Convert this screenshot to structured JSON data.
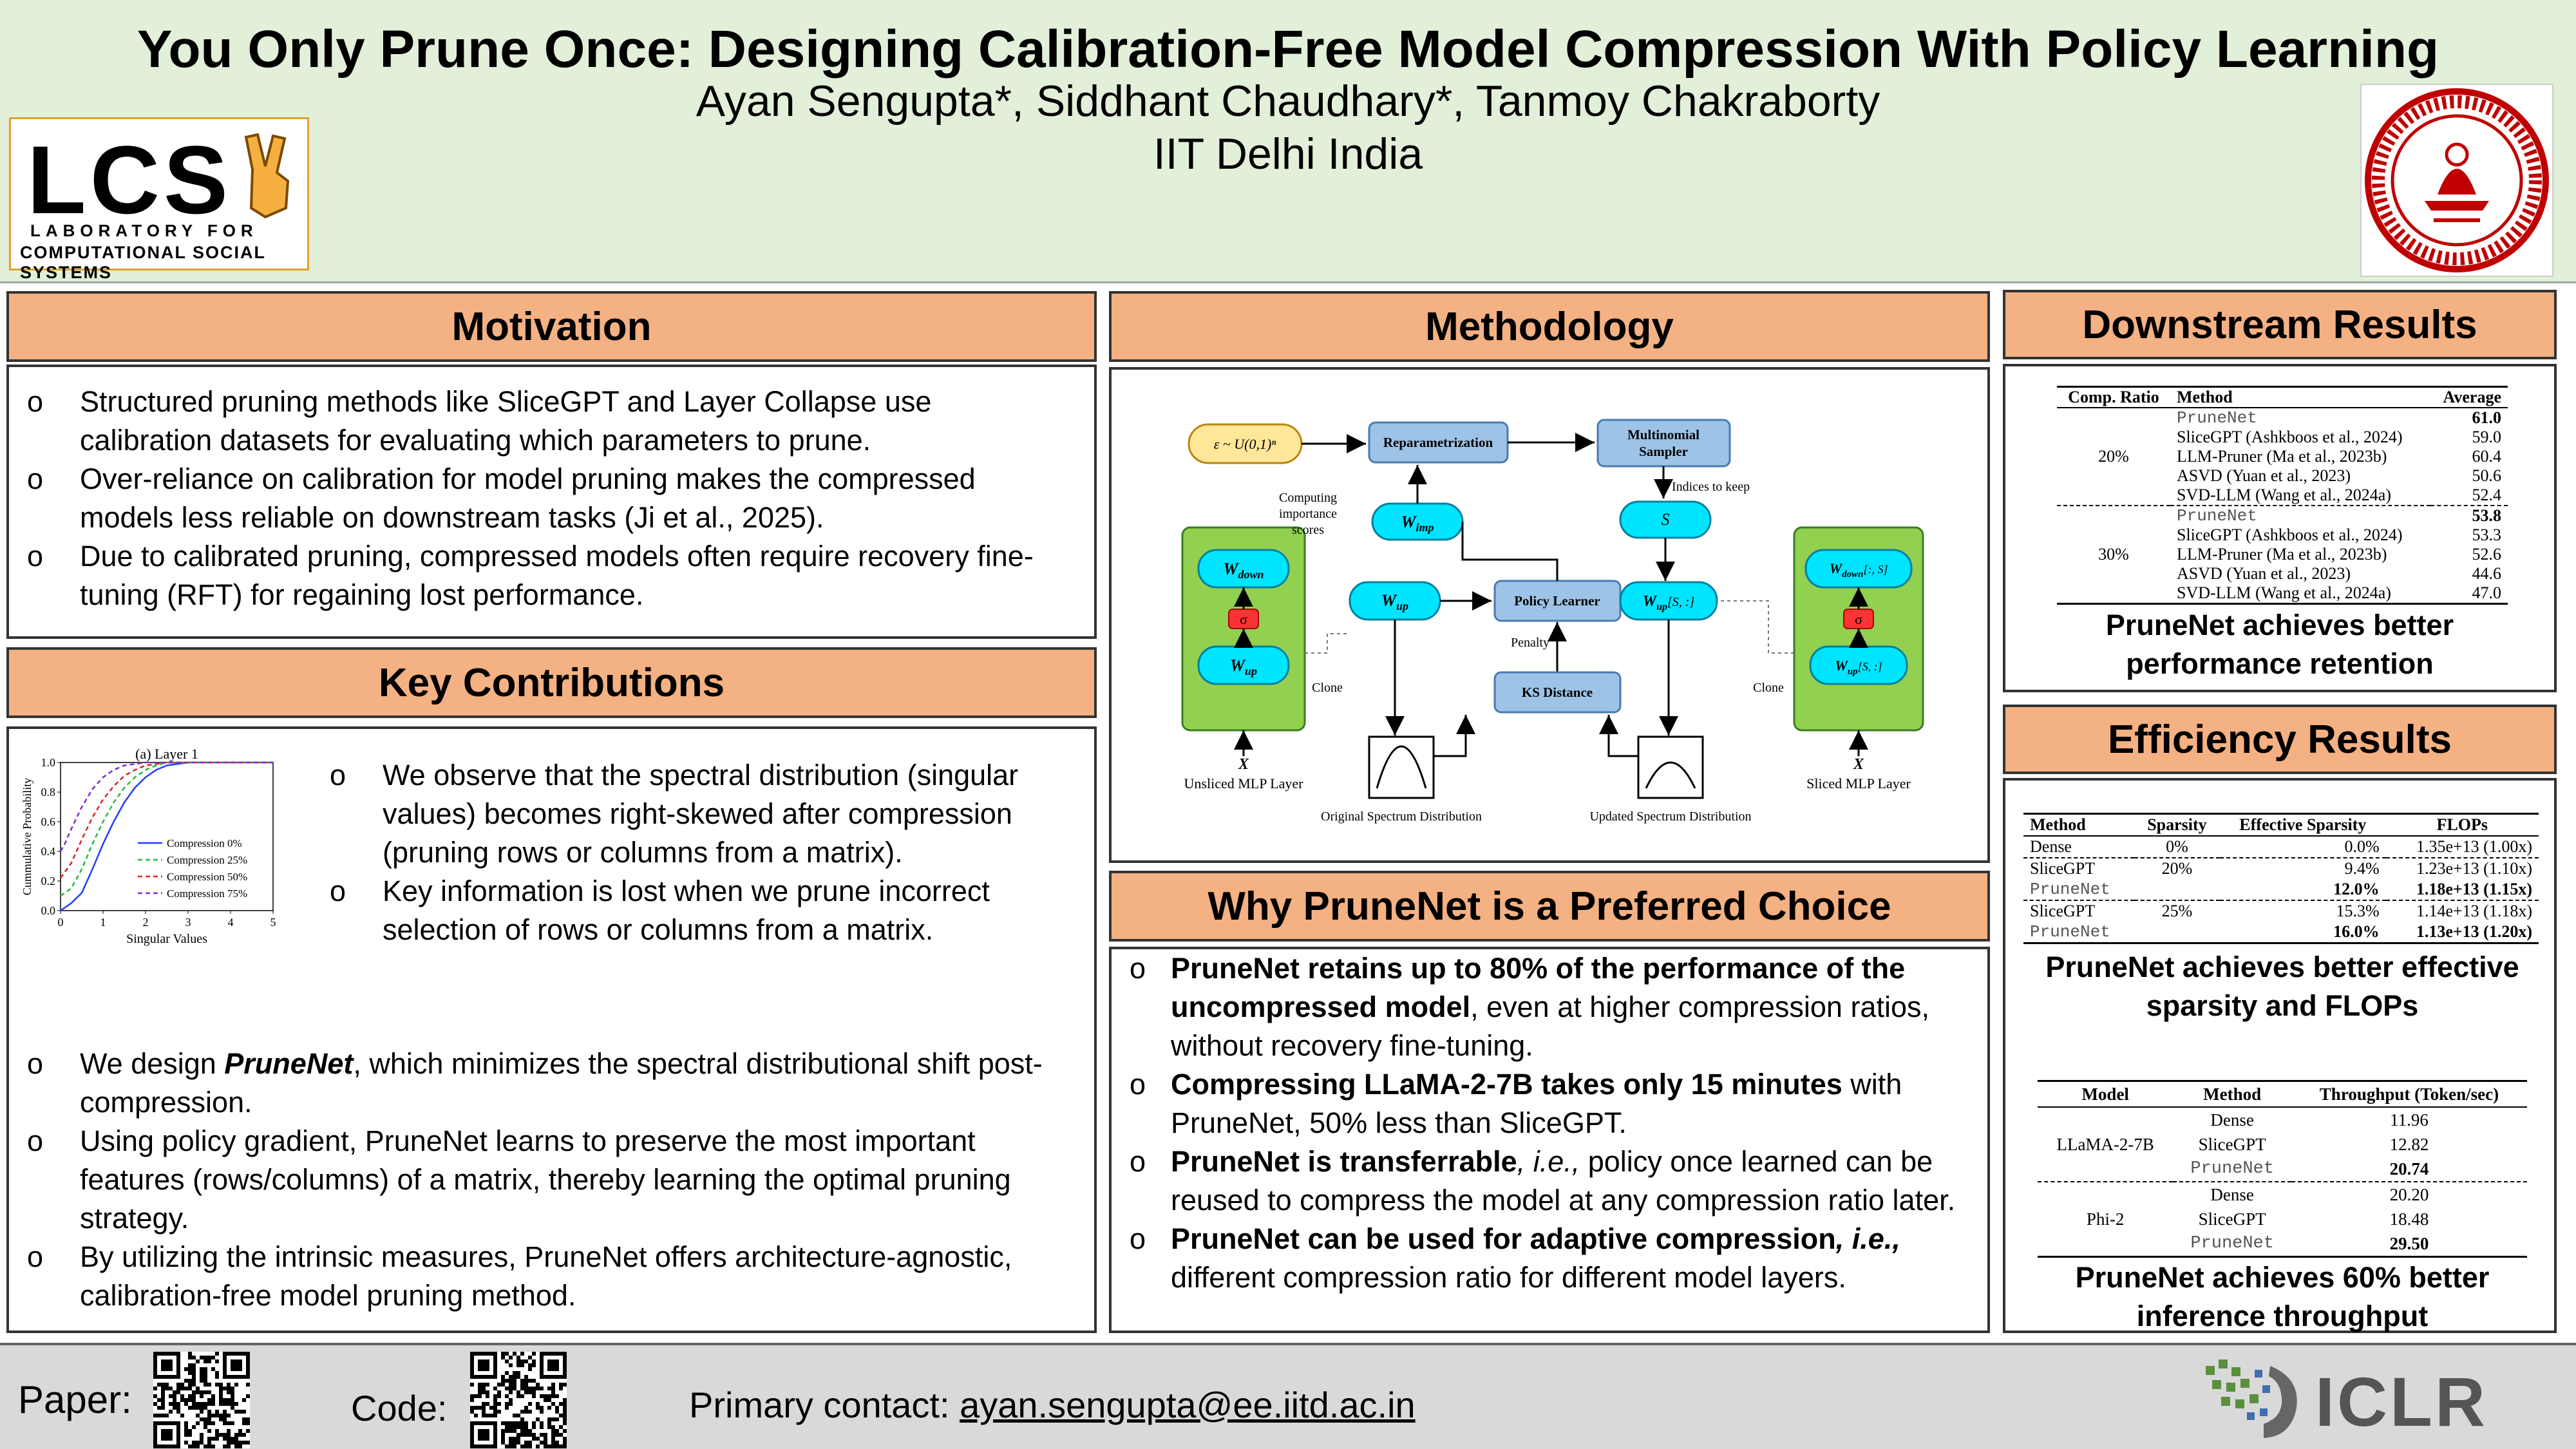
{
  "header": {
    "title": "You Only Prune Once: Designing Calibration-Free Model Compression With Policy Learning",
    "authors": "Ayan Sengupta*, Siddhant Chaudhary*, Tanmoy Chakraborty",
    "affiliation": "IIT Delhi India",
    "lab_logo": {
      "big": "LCS",
      "line1": "LABORATORY FOR",
      "line2": "COMPUTATIONAL SOCIAL SYSTEMS"
    },
    "iitd_logo": "IIT Delhi emblem",
    "colors": {
      "header_bg": "#e2efd9",
      "panel_head": "#f4b183"
    }
  },
  "motivation": {
    "heading": "Motivation",
    "bullets": [
      "Structured pruning methods like SliceGPT and Layer Collapse use calibration datasets for evaluating which parameters to prune.",
      "Over-reliance on calibration for model pruning makes the compressed models less reliable on downstream tasks (Ji et al., 2025).",
      "Due to calibrated pruning, compressed models often require recovery fine-tuning (RFT) for regaining lost performance."
    ]
  },
  "contributions": {
    "heading": "Key Contributions",
    "bullets_top": [
      "We observe that the spectral distribution (singular values) becomes right-skewed after compression (pruning rows or columns from a matrix).",
      "Key information is lost when we prune incorrect selection of rows or columns from a matrix."
    ],
    "bullet_prunenet": {
      "pre": "We design ",
      "em": "PruneNet",
      "post": ", which minimizes the spectral distributional shift post-compression."
    },
    "bullets_bottom": [
      "Using policy gradient, PruneNet learns to preserve the most important features (rows/columns) of a matrix, thereby learning the optimal pruning strategy.",
      "By utilizing the intrinsic measures, PruneNet offers architecture-agnostic, calibration-free model pruning method."
    ]
  },
  "chart_data": {
    "type": "line",
    "title": "(a) Layer 1",
    "xlabel": "Singular Values",
    "ylabel": "Cummulative Probability",
    "xlim": [
      0,
      5
    ],
    "ylim": [
      0.0,
      1.0
    ],
    "xticks": [
      "0",
      "1",
      "2",
      "3",
      "4",
      "5"
    ],
    "yticks": [
      "0.0",
      "0.2",
      "0.4",
      "0.6",
      "0.8",
      "1.0"
    ],
    "legend_position": "bottom-right",
    "series": [
      {
        "name": "Compression 0%",
        "color": "#1f3fff",
        "style": "solid",
        "x": [
          0,
          0.25,
          0.5,
          0.75,
          1,
          1.25,
          1.5,
          1.75,
          2,
          2.25,
          2.5,
          3,
          3.5,
          4,
          5
        ],
        "y": [
          0.0,
          0.05,
          0.12,
          0.28,
          0.45,
          0.6,
          0.73,
          0.83,
          0.9,
          0.95,
          0.98,
          1.0,
          1.0,
          1.0,
          1.0
        ]
      },
      {
        "name": "Compression 25%",
        "color": "#22bb44",
        "style": "dashed",
        "x": [
          0,
          0.25,
          0.5,
          0.75,
          1,
          1.25,
          1.5,
          1.75,
          2,
          2.25,
          2.5,
          3,
          3.5,
          4,
          5
        ],
        "y": [
          0.1,
          0.15,
          0.28,
          0.45,
          0.6,
          0.73,
          0.83,
          0.9,
          0.95,
          0.98,
          1.0,
          1.0,
          1.0,
          1.0,
          1.0
        ]
      },
      {
        "name": "Compression 50%",
        "color": "#dd2222",
        "style": "dashed",
        "x": [
          0,
          0.25,
          0.5,
          0.75,
          1,
          1.25,
          1.5,
          1.75,
          2,
          2.5,
          3,
          3.5,
          4,
          5
        ],
        "y": [
          0.22,
          0.32,
          0.48,
          0.63,
          0.75,
          0.84,
          0.91,
          0.95,
          0.98,
          1.0,
          1.0,
          1.0,
          1.0,
          1.0
        ]
      },
      {
        "name": "Compression 75%",
        "color": "#7733cc",
        "style": "dashed",
        "x": [
          0,
          0.1,
          0.25,
          0.5,
          0.75,
          1,
          1.25,
          1.5,
          1.75,
          2,
          2.5,
          3,
          3.5,
          4,
          5
        ],
        "y": [
          0.4,
          0.45,
          0.55,
          0.7,
          0.82,
          0.9,
          0.95,
          0.98,
          0.99,
          1.0,
          1.0,
          1.0,
          1.0,
          1.0,
          1.0
        ]
      }
    ]
  },
  "methodology": {
    "heading": "Methodology",
    "labels": {
      "eps": "ε ~ U(0,1)ⁿ",
      "reparam": "Reparametrization",
      "sampler1": "Multinomial",
      "sampler2": "Sampler",
      "indices": "Indices to keep",
      "computing1": "Computing",
      "computing2": "importance",
      "computing3": "scores",
      "w_imp": "W",
      "w_imp_sub": "imp",
      "s": "S",
      "w_up": "W",
      "w_up_sub": "up",
      "policy": "Policy Learner",
      "penalty": "Penalty",
      "w_up_s": "W",
      "w_up_s_sub": "up",
      "w_up_s_idx": "[S, :]",
      "ks": "KS Distance",
      "w_down": "W",
      "w_down_sub": "down",
      "w_down_s_idx": "[:, S]",
      "sigma": "σ",
      "clone_left": "Clone",
      "clone_right": "Clone",
      "x_left": "X",
      "x_right": "X",
      "unsliced": "Unsliced MLP Layer",
      "sliced": "Sliced MLP Layer",
      "orig_spec": "Original Spectrum Distribution",
      "upd_spec": "Updated Spectrum Distribution"
    }
  },
  "why": {
    "heading": "Why PruneNet is a Preferred Choice",
    "bullets": [
      {
        "bold": "PruneNet retains up to 80% of the performance of the uncompressed model",
        "rest": ", even at higher compression ratios, without recovery fine-tuning."
      },
      {
        "bold": "Compressing LLaMA-2-7B takes only 15 minutes",
        "rest": " with PruneNet, 50% less than SliceGPT."
      },
      {
        "bold": "PruneNet is transferrable",
        "ie": ", i.e.,",
        "rest": " policy once learned can be reused to compress the model at any compression ratio later."
      },
      {
        "bold": "PruneNet can be used for adaptive compression",
        "ie": ", i.e.,",
        "rest": " different compression ratio for different model layers."
      }
    ]
  },
  "downstream": {
    "heading": "Downstream Results",
    "columns": [
      "Comp. Ratio",
      "Method",
      "Average"
    ],
    "groups": [
      {
        "ratio": "20%",
        "rows": [
          [
            "PruneNet",
            "61.0"
          ],
          [
            "SliceGPT (Ashkboos et al., 2024)",
            "59.0"
          ],
          [
            "LLM-Pruner (Ma et al., 2023b)",
            "60.4"
          ],
          [
            "ASVD (Yuan et al., 2023)",
            "50.6"
          ],
          [
            "SVD-LLM (Wang et al., 2024a)",
            "52.4"
          ]
        ]
      },
      {
        "ratio": "30%",
        "rows": [
          [
            "PruneNet",
            "53.8"
          ],
          [
            "SliceGPT (Ashkboos et al., 2024)",
            "53.3"
          ],
          [
            "LLM-Pruner (Ma et al., 2023b)",
            "52.6"
          ],
          [
            "ASVD (Yuan et al., 2023)",
            "44.6"
          ],
          [
            "SVD-LLM (Wang et al., 2024a)",
            "47.0"
          ]
        ]
      }
    ],
    "caption": "PruneNet achieves better performance retention"
  },
  "efficiency": {
    "heading": "Efficiency Results",
    "columns": [
      "Method",
      "Sparsity",
      "Effective Sparsity",
      "FLOPs"
    ],
    "rows": [
      {
        "method": "Dense",
        "sparsity": "0%",
        "eff": "0.0%",
        "flops": "1.35e+13 (1.00x)"
      },
      {
        "method": "SliceGPT",
        "sparsity": "20%",
        "eff": "9.4%",
        "flops": "1.23e+13 (1.10x)"
      },
      {
        "method": "PruneNet",
        "sparsity": "",
        "eff": "12.0%",
        "flops": "1.18e+13 (1.15x)"
      },
      {
        "method": "SliceGPT",
        "sparsity": "25%",
        "eff": "15.3%",
        "flops": "1.14e+13 (1.18x)"
      },
      {
        "method": "PruneNet",
        "sparsity": "",
        "eff": "16.0%",
        "flops": "1.13e+13 (1.20x)"
      }
    ],
    "caption1": "PruneNet achieves better effective sparsity and FLOPs",
    "tp_columns": [
      "Model",
      "Method",
      "Throughput (Token/sec)"
    ],
    "tp_groups": [
      {
        "model": "LLaMA-2-7B",
        "rows": [
          [
            "Dense",
            "11.96"
          ],
          [
            "SliceGPT",
            "12.82"
          ],
          [
            "PruneNet",
            "20.74"
          ]
        ]
      },
      {
        "model": "Phi-2",
        "rows": [
          [
            "Dense",
            "20.20"
          ],
          [
            "SliceGPT",
            "18.48"
          ],
          [
            "PruneNet",
            "29.50"
          ]
        ]
      }
    ],
    "caption2": "PruneNet achieves 60% better inference throughput"
  },
  "footer": {
    "paper": "Paper:",
    "code": "Code:",
    "contact_label": "Primary contact: ",
    "contact_email": "ayan.sengupta@ee.iitd.ac.in",
    "iclr": "ICLR"
  }
}
